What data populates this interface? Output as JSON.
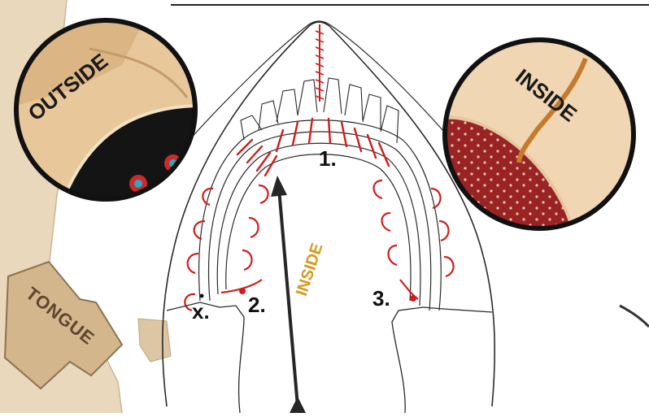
{
  "labels": {
    "outside": "OUTSIDE",
    "inside_circle": "INSIDE",
    "inside_arrow": "INSIDE",
    "tongue": "TONGUE",
    "step1": "1.",
    "step2": "2.",
    "step3": "3.",
    "stepx": "x."
  },
  "colors": {
    "stitch": "#d01c1c",
    "outline": "#2a2a2a",
    "arrow": "#262626",
    "inside_label": "#d79a1e",
    "leather_light": "#e8cda3",
    "leather_bg": "#ead8bd",
    "cloth_black": "#141414",
    "cloth_red": "#9a2424"
  },
  "icons": [
    "bead-flower-icon",
    "arrow-up-icon"
  ]
}
